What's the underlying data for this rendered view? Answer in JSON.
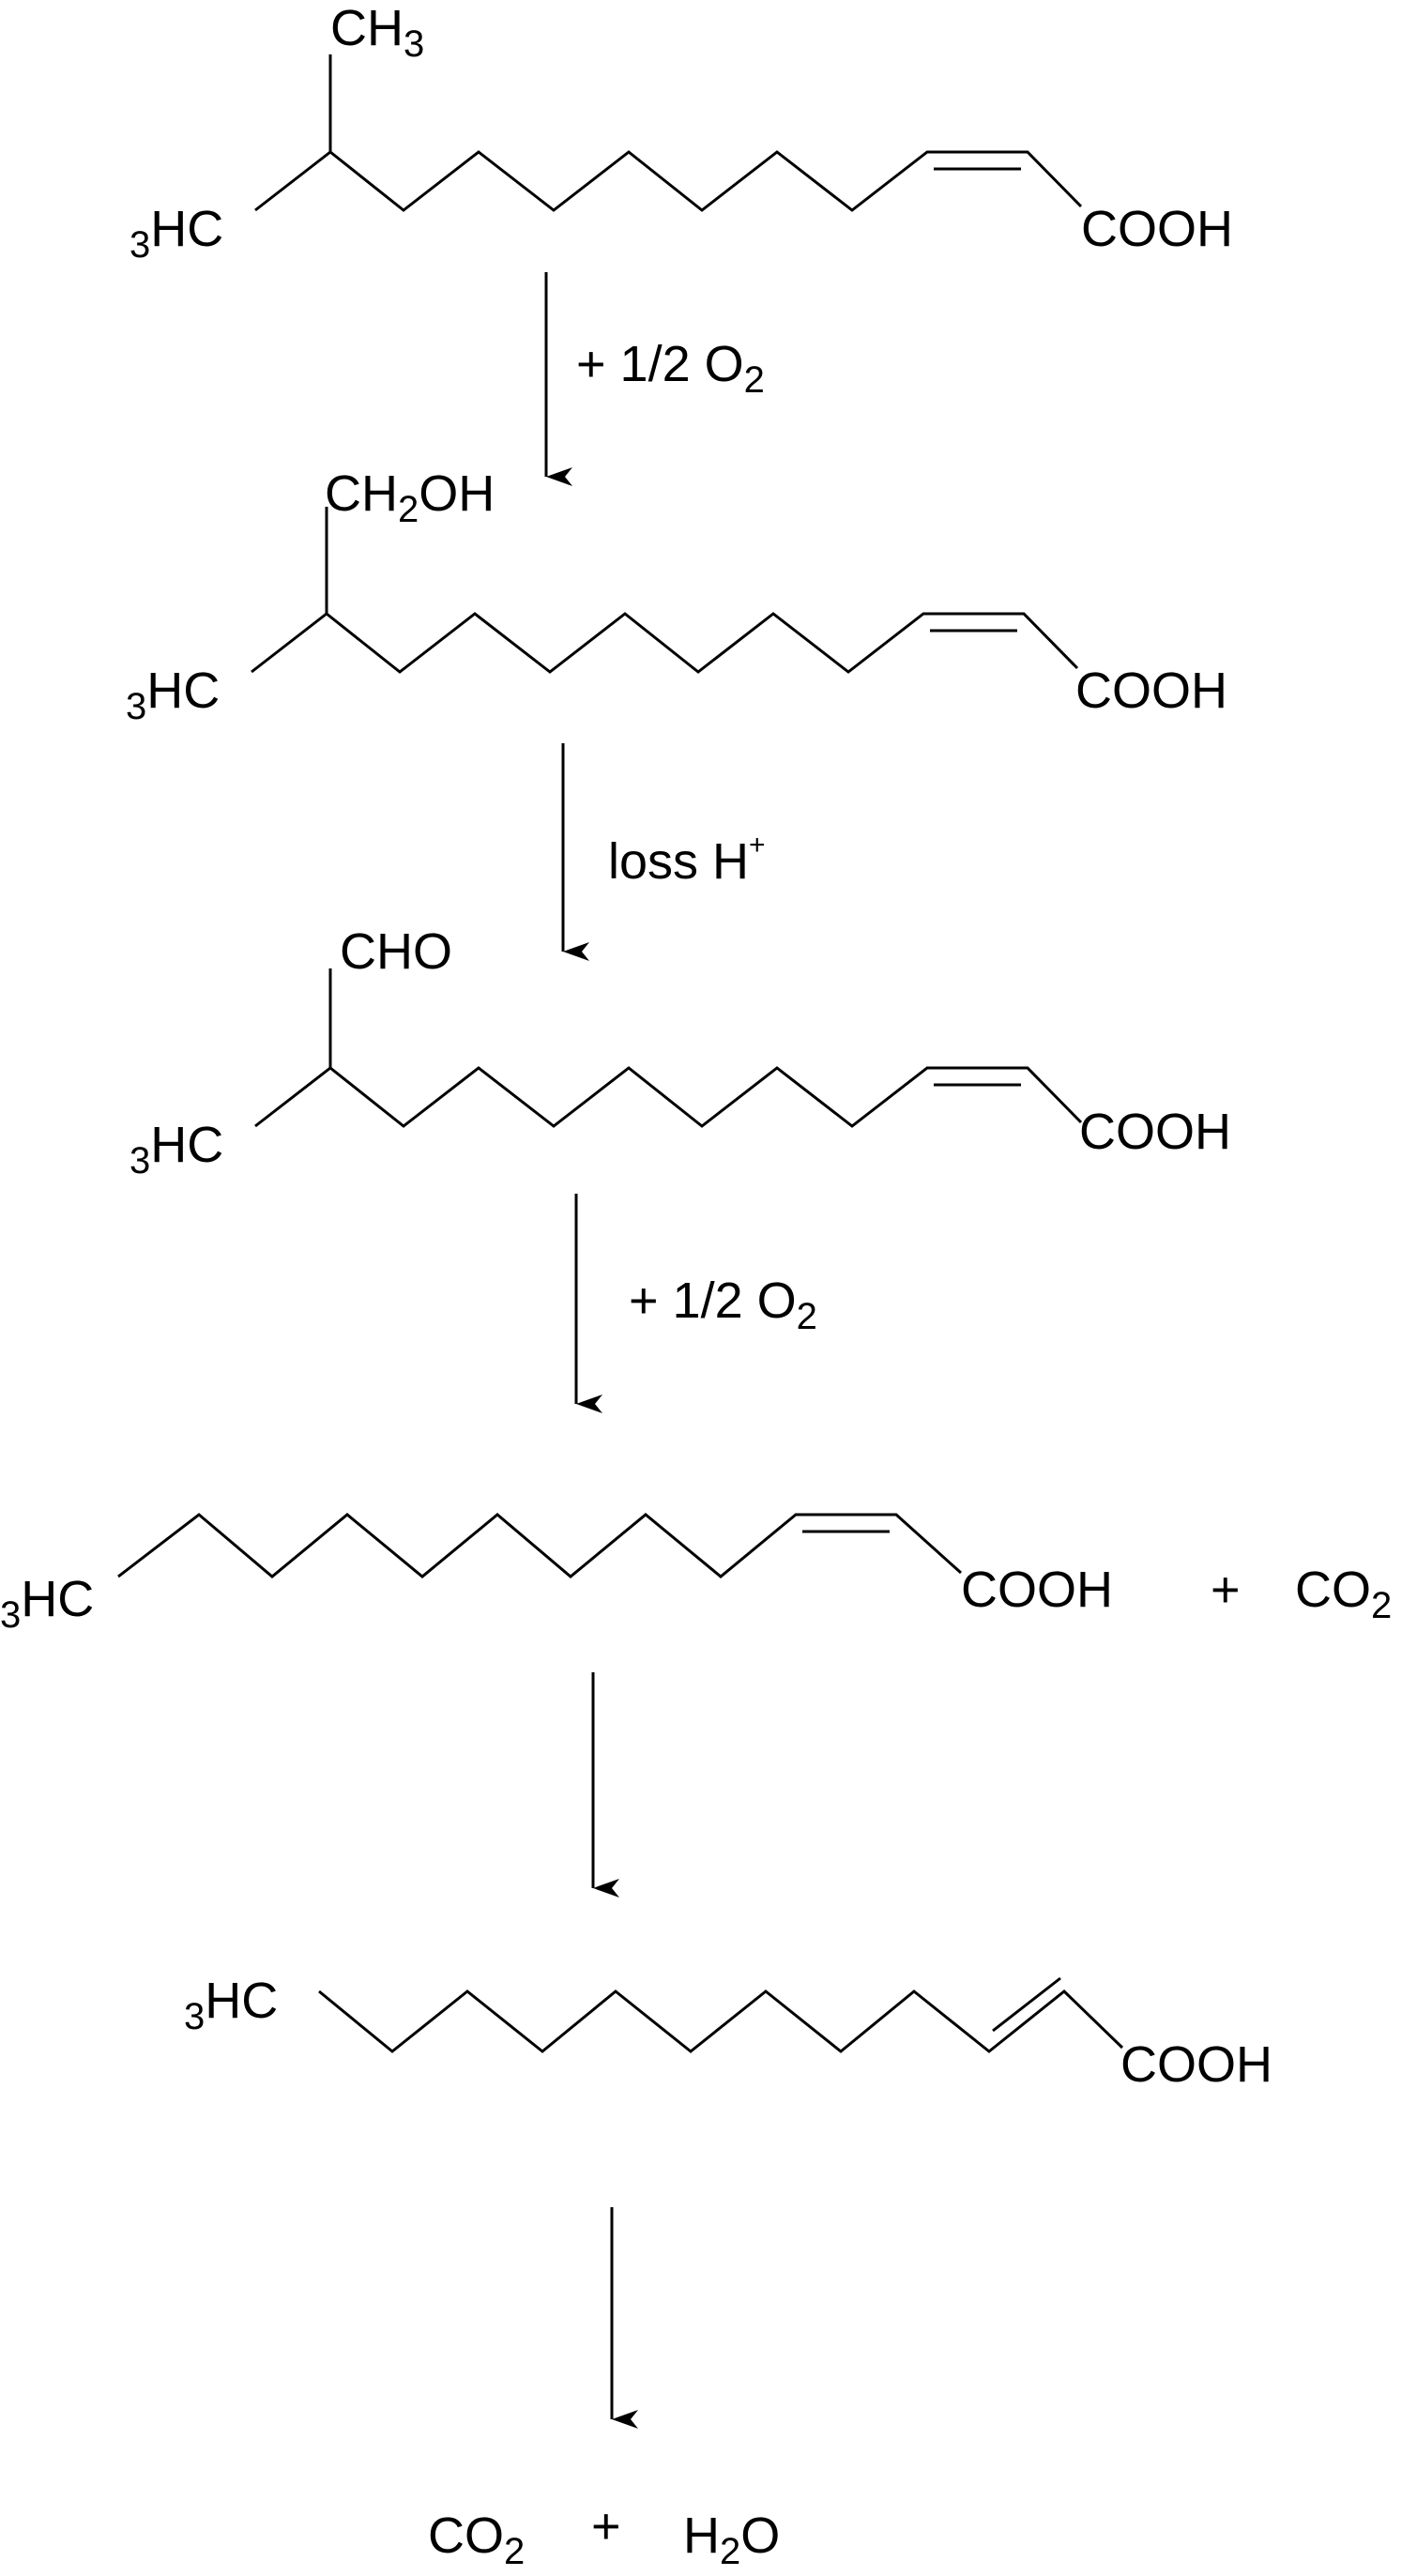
{
  "colors": {
    "ink": "#000000",
    "background": "#ffffff"
  },
  "molecules": [
    {
      "name": "methyl-branched-acid",
      "top_group": {
        "text": "CH",
        "sub": "3"
      },
      "left_group": {
        "pre": "3",
        "text": "HC"
      },
      "acid_group": "COOH"
    },
    {
      "name": "hydroxymethyl-acid",
      "top_group": {
        "text": "CH",
        "sub": "2",
        "tail": "OH"
      },
      "left_group": {
        "pre": "3",
        "text": "HC"
      },
      "acid_group": "COOH"
    },
    {
      "name": "formyl-acid",
      "top_group": {
        "text": "CHO"
      },
      "left_group": {
        "pre": "3",
        "text": "HC"
      },
      "acid_group": "COOH"
    },
    {
      "name": "cis-unsaturated-acid",
      "left_group": {
        "pre": "3",
        "text": "HC"
      },
      "acid_group": "COOH",
      "plus": "+",
      "coproduct": {
        "text": "CO",
        "sub": "2"
      }
    },
    {
      "name": "trans-unsaturated-acid",
      "left_group": {
        "pre": "3",
        "text": "HC"
      },
      "acid_group": "COOH"
    }
  ],
  "steps": [
    {
      "text": "+ 1/2 O",
      "sub": "2"
    },
    {
      "text": "loss H",
      "sup": "+"
    },
    {
      "text": "+ 1/2 O",
      "sub": "2"
    },
    {
      "text": ""
    },
    {
      "text": ""
    }
  ],
  "final_products": {
    "co2": {
      "text": "CO",
      "sub": "2"
    },
    "plus": "+",
    "h2o": {
      "text": "H",
      "sub": "2",
      "tail": "O"
    }
  }
}
